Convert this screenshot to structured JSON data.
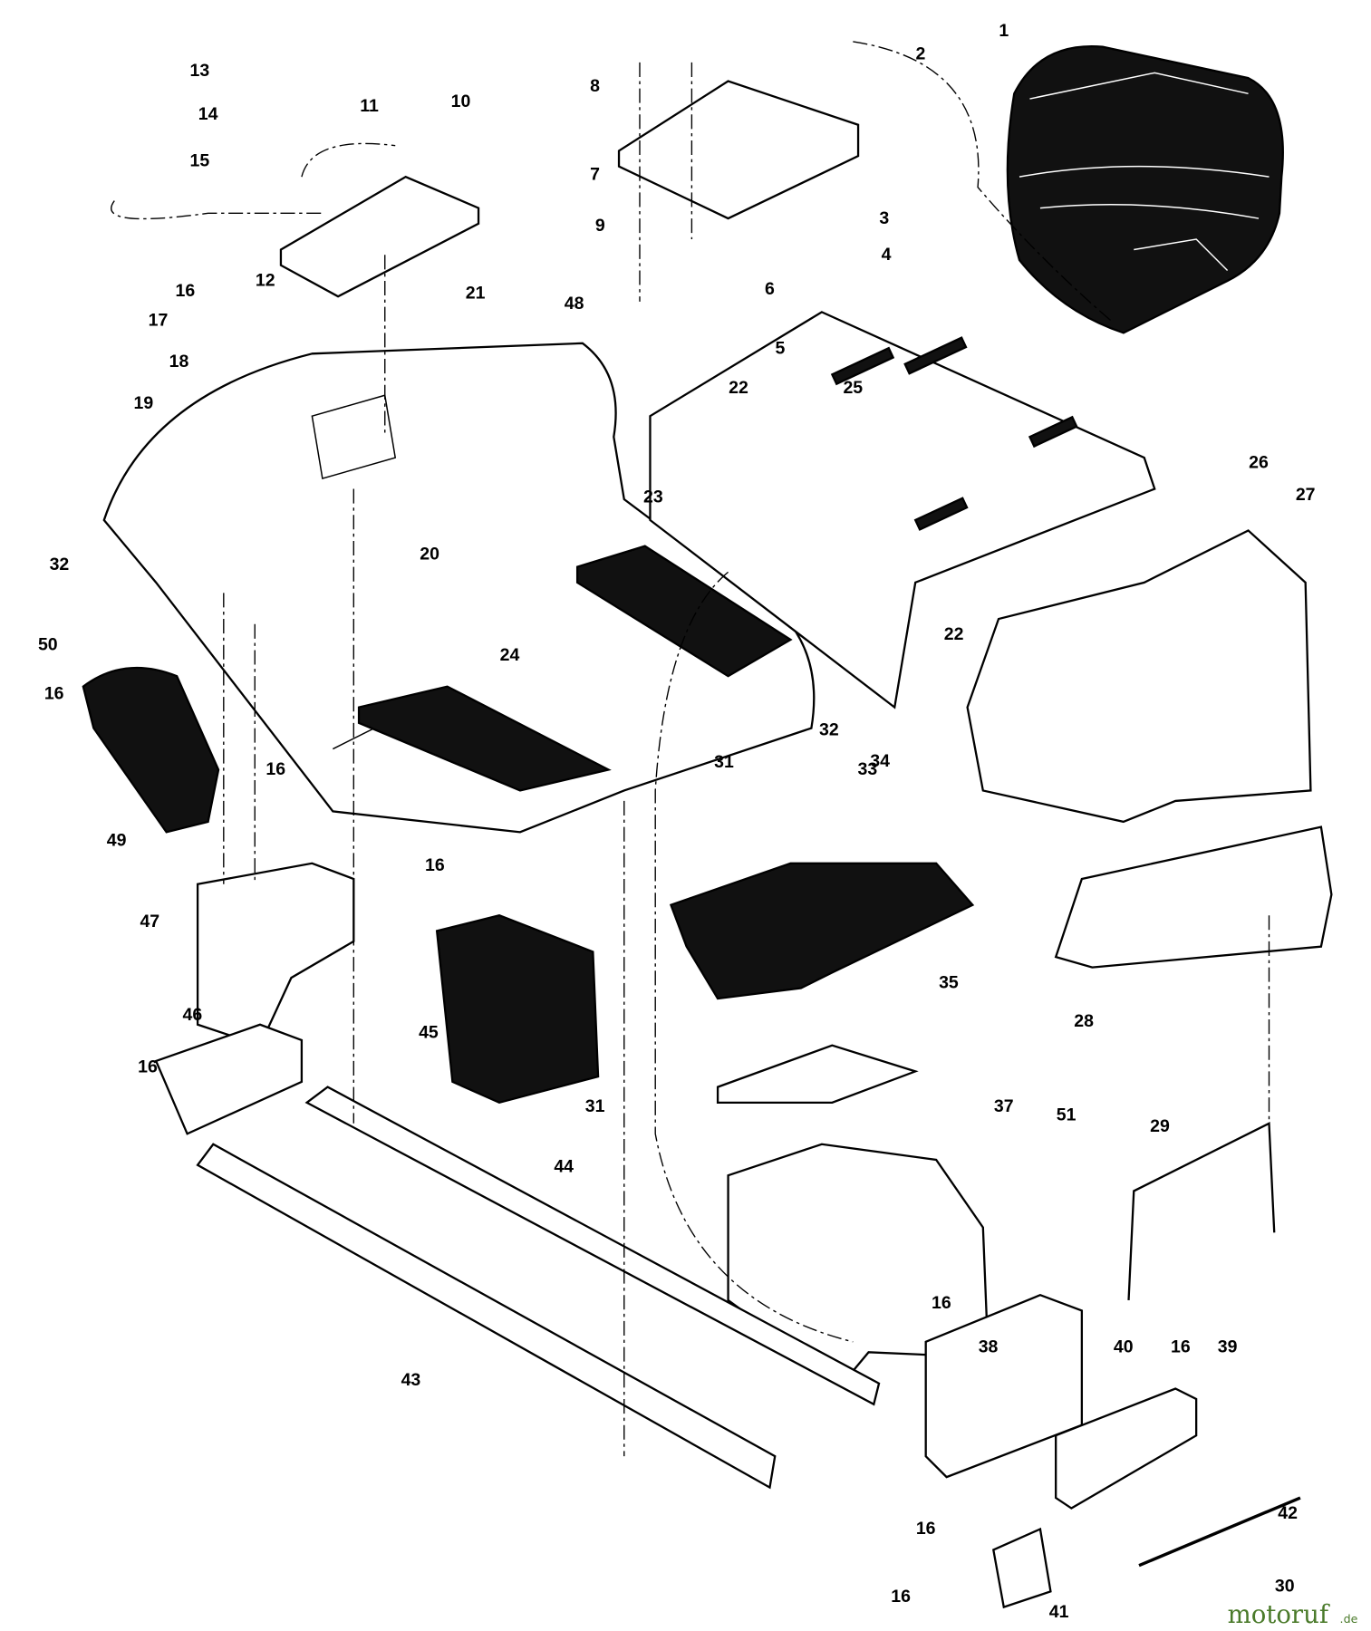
{
  "diagram": {
    "callouts": [
      "1",
      "2",
      "8",
      "7",
      "9",
      "3",
      "4",
      "6",
      "5",
      "48",
      "22",
      "21",
      "10",
      "11",
      "12",
      "13",
      "14",
      "15",
      "16",
      "17",
      "18",
      "19",
      "20",
      "23",
      "24",
      "25",
      "26",
      "27",
      "22",
      "32",
      "50",
      "16",
      "49",
      "16",
      "16",
      "47",
      "32",
      "33",
      "31",
      "34",
      "45",
      "35",
      "28",
      "46",
      "16",
      "31",
      "37",
      "51",
      "29",
      "44",
      "16",
      "43",
      "38",
      "40",
      "16",
      "39",
      "16",
      "42",
      "30",
      "16",
      "41"
    ]
  },
  "watermark": {
    "text": "motoruf",
    "suffix": ".de"
  },
  "colors": {
    "ink": "#000000",
    "background": "#ffffff",
    "watermark": "#4a7a2a"
  }
}
